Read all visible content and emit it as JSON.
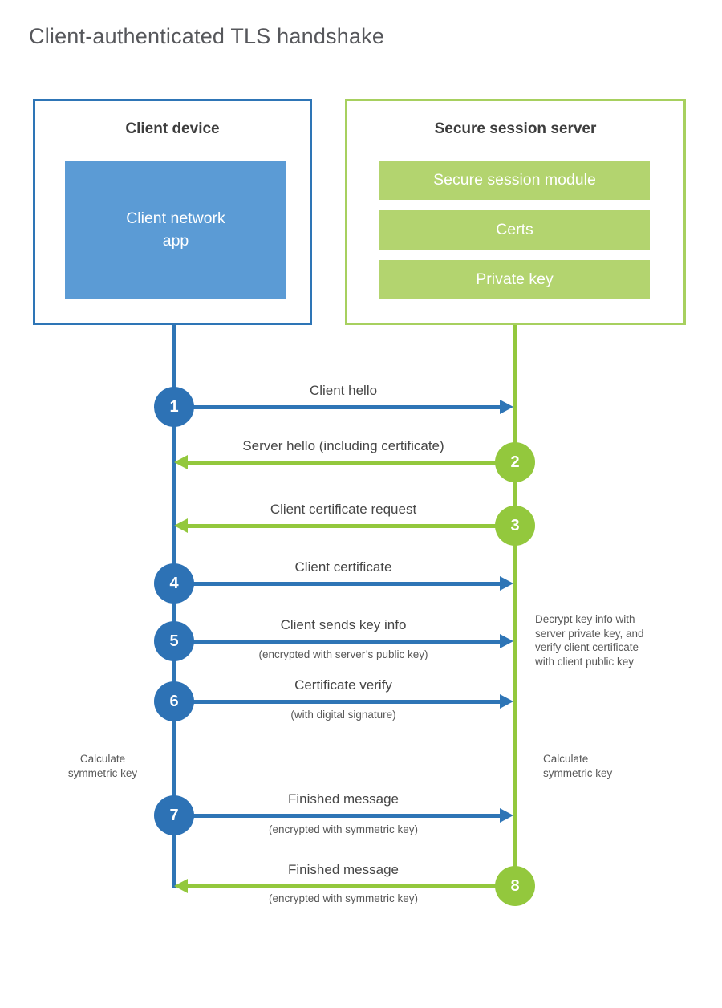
{
  "page": {
    "title": "Client-authenticated TLS handshake"
  },
  "colors": {
    "blue_line": "#2e75b6",
    "blue_fill": "#5b9bd5",
    "green_line": "#93c83d",
    "green_border": "#a7d05f",
    "green_fill": "#b3d46f"
  },
  "client": {
    "title": "Client device",
    "app_line1": "Client network",
    "app_line2": "app"
  },
  "server": {
    "title": "Secure session server",
    "modules": [
      "Secure session module",
      "Certs",
      "Private key"
    ]
  },
  "arrows": [
    {
      "number": "1",
      "label": "Client hello",
      "sublabel": "",
      "direction": "right",
      "from": "client",
      "to": "server"
    },
    {
      "number": "2",
      "label": "Server hello (including certificate)",
      "sublabel": "",
      "direction": "left",
      "from": "server",
      "to": "client"
    },
    {
      "number": "3",
      "label": "Client certificate request",
      "sublabel": "",
      "direction": "left",
      "from": "server",
      "to": "client"
    },
    {
      "number": "4",
      "label": "Client certificate",
      "sublabel": "",
      "direction": "right",
      "from": "client",
      "to": "server"
    },
    {
      "number": "5",
      "label": "Client sends key info",
      "sublabel": "(encrypted with server’s public key)",
      "direction": "right",
      "from": "client",
      "to": "server"
    },
    {
      "number": "6",
      "label": "Certificate verify",
      "sublabel": "(with digital signature)",
      "direction": "right",
      "from": "client",
      "to": "server"
    },
    {
      "number": "7",
      "label": "Finished message",
      "sublabel": "(encrypted with symmetric key)",
      "direction": "right",
      "from": "client",
      "to": "server"
    },
    {
      "number": "8",
      "label": "Finished message",
      "sublabel": "(encrypted with symmetric key)",
      "direction": "left",
      "from": "server",
      "to": "client"
    }
  ],
  "side_notes": {
    "decrypt": {
      "lines": [
        "Decrypt key info with",
        "server private key, and",
        "verify client certificate",
        "with client public key"
      ]
    },
    "calc_left": {
      "lines": [
        "Calculate",
        "symmetric key"
      ]
    },
    "calc_right": {
      "lines": [
        "Calculate",
        "symmetric key"
      ]
    }
  }
}
